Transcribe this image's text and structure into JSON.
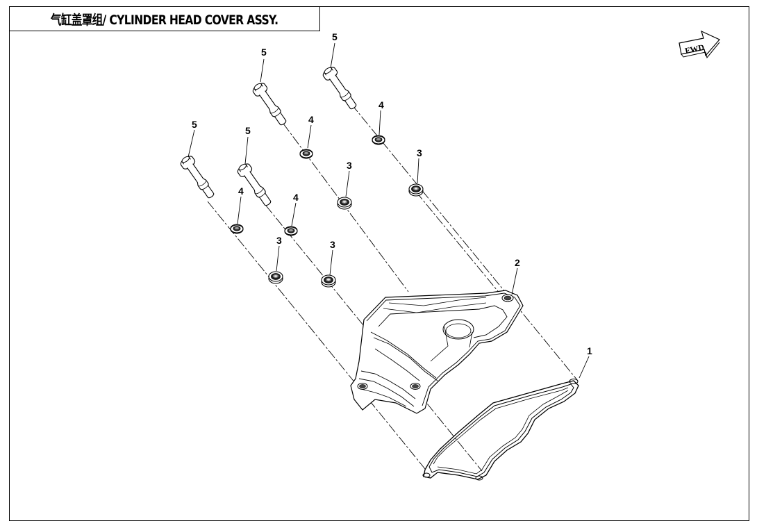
{
  "title": "气缸盖罩组/ CYLINDER HEAD COVER ASSY.",
  "fwd_label": "FWD",
  "callouts": {
    "c1": "1",
    "c2": "2",
    "c3a": "3",
    "c3b": "3",
    "c3c": "3",
    "c3d": "3",
    "c4a": "4",
    "c4b": "4",
    "c4c": "4",
    "c4d": "4",
    "c5a": "5",
    "c5b": "5",
    "c5c": "5",
    "c5d": "5"
  }
}
